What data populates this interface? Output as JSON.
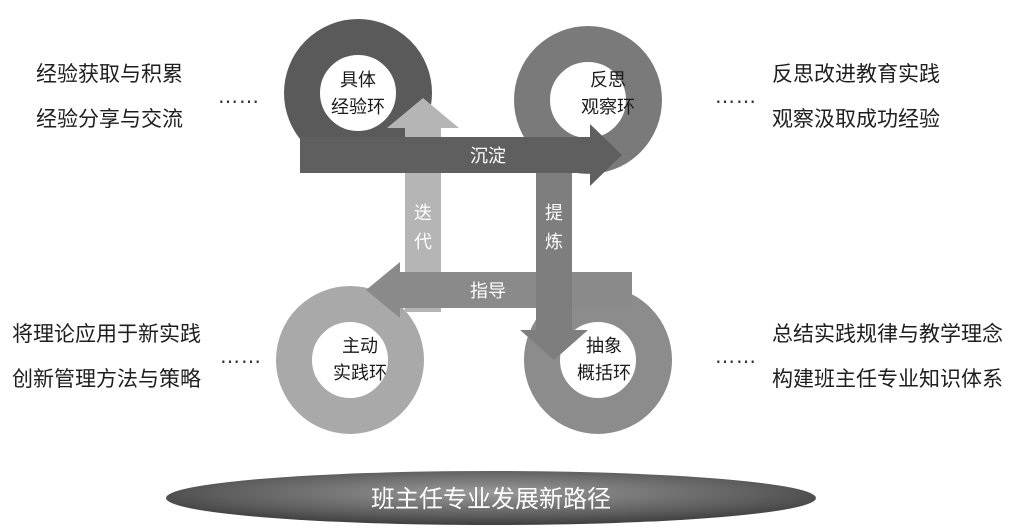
{
  "rings": {
    "top_left": {
      "line1": "具体",
      "line2": "经验环"
    },
    "top_right": {
      "line1": "反思",
      "line2": "观察环"
    },
    "bottom_left": {
      "line1": "主动",
      "line2": "实践环"
    },
    "bottom_right": {
      "line1": "抽象",
      "line2": "概括环"
    }
  },
  "bands": {
    "top": "沉淀",
    "middle": "指导",
    "left": [
      "迭",
      "代"
    ],
    "right": [
      "提",
      "炼"
    ]
  },
  "side_texts": {
    "top_left": [
      "经验获取与积累",
      "经验分享与交流"
    ],
    "top_right": [
      "反思改进教育实践",
      "观察汲取成功经验"
    ],
    "bottom_left": [
      "将理论应用于新实践",
      "创新管理方法与策略"
    ],
    "bottom_right": [
      "总结实践规律与教学理念",
      "构建班主任专业知识体系"
    ]
  },
  "dots": "……",
  "base": {
    "label": "班主任专业发展新路径"
  },
  "colors": {
    "top_left_ring": "#5a5a5a",
    "top_right_ring": "#7a7a7a",
    "bottom_left_ring": "#a9a9a9",
    "bottom_right_ring": "#8c8c8c",
    "band_top": "#5f5f5f",
    "band_middle": "#8a8a8a",
    "band_left": "#b5b5b5",
    "band_right": "#7e7e7e",
    "base": "#6e6e6e"
  }
}
